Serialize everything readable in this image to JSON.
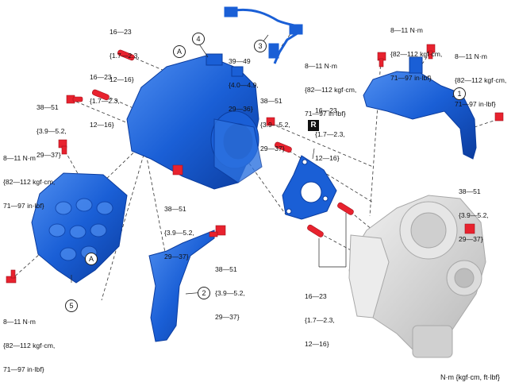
{
  "torque_labels": [
    {
      "id": "t1",
      "line1": "16—23",
      "line2": "{1.7—2.3,",
      "line3": "12—16}"
    },
    {
      "id": "t2",
      "line1": "16—23",
      "line2": "{1.7—2.3,",
      "line3": "12—16}"
    },
    {
      "id": "t3",
      "line1": "39—49",
      "line2": "{4.0—4.9,",
      "line3": "29—36}"
    },
    {
      "id": "t4",
      "line1": "38—51",
      "line2": "{3.9—5.2,",
      "line3": "29—37}"
    },
    {
      "id": "t5",
      "line1": "38—51",
      "line2": "{3.9—5.2,",
      "line3": "29—37}"
    },
    {
      "id": "t6",
      "line1": "8—11 N·m",
      "line2": "{82—112 kgf·cm,",
      "line3": "71—97 in·lbf}"
    },
    {
      "id": "t7",
      "line1": "8—11 N·m",
      "line2": "{82—112 kgf·cm,",
      "line3": "71—97 in·lbf}"
    },
    {
      "id": "t8",
      "line1": "8—11 N·m",
      "line2": "{82—112 kgf·cm,",
      "line3": "71—97 in·lbf}"
    },
    {
      "id": "t9",
      "line1": "16—23",
      "line2": "{1.7—2.3,",
      "line3": "12—16}"
    },
    {
      "id": "t10",
      "line1": "8—11 N·m",
      "line2": "{82—112 kgf·cm,",
      "line3": "71—97 in·lbf}"
    },
    {
      "id": "t11",
      "line1": "38—51",
      "line2": "{3.9—5.2,",
      "line3": "29—37}"
    },
    {
      "id": "t12",
      "line1": "38—51",
      "line2": "{3.9—5.2,",
      "line3": "29—37}"
    },
    {
      "id": "t13",
      "line1": "38—51",
      "line2": "{3.9—5.2,",
      "line3": "29—37}"
    },
    {
      "id": "t14",
      "line1": "16—23",
      "line2": "{1.7—2.3,",
      "line3": "12—16}"
    },
    {
      "id": "t15",
      "line1": "8—11 N·m",
      "line2": "{82—112 kgf·cm,",
      "line3": "71—97 in·lbf}"
    }
  ],
  "callouts": {
    "c1": "1",
    "c2": "2",
    "c3": "3",
    "c4": "4",
    "c5": "5",
    "a1": "A",
    "a2": "A",
    "r": "R"
  },
  "unit_note": "N·m {kgf·cm, ft·lbf}",
  "colors": {
    "part_blue": "#1a5fd6",
    "part_blue_dark": "#0b3c9e",
    "part_blue_light": "#4f8ef0",
    "fastener_red": "#e8222e",
    "turbo_gray": "#d4d4d4"
  }
}
